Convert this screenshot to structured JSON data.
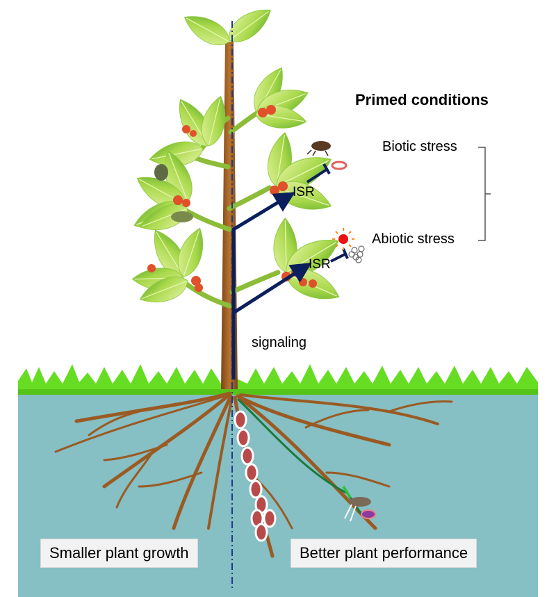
{
  "title": "Primed conditions",
  "stress": {
    "biotic": "Biotic stress",
    "abiotic": "Abiotic stress"
  },
  "isr": {
    "upper": "ISR",
    "lower": "ISR"
  },
  "signaling": "signaling",
  "bottom": {
    "left": "Smaller plant growth",
    "right": "Better plant performance"
  },
  "colors": {
    "soil": "#86bfc4",
    "grass": "#66dd22",
    "stem": "#a0622a",
    "leaf": "#a8d84a",
    "signal_arrow": "#0a1f5c",
    "pathogen_spot": "#e0502a"
  }
}
